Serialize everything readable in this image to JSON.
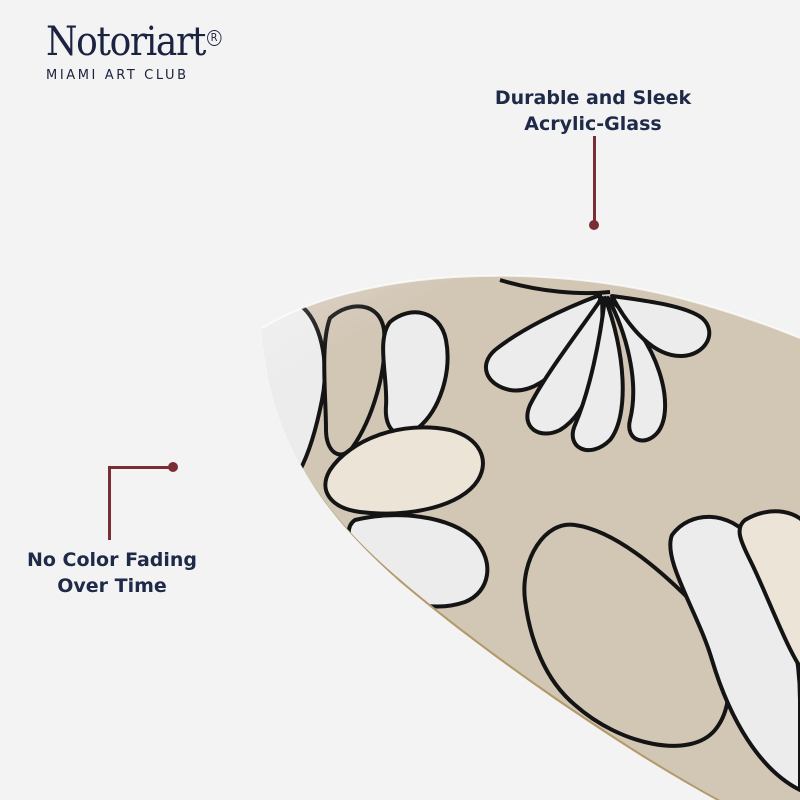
{
  "brand": {
    "name": "Notoriart",
    "registered_mark": "R",
    "tagline": "MIAMI ART CLUB"
  },
  "callouts": [
    {
      "text_line1": "Durable and Sleek",
      "text_line2": "Acrylic-Glass"
    },
    {
      "text_line1": "No Color Fading",
      "text_line2": "Over Time"
    }
  ],
  "colors": {
    "background": "#f3f3f3",
    "brand_navy": "#1c2340",
    "callout_text": "#1f2a48",
    "leader_line": "#7a2e33",
    "panel_beige": "#d2c6b5",
    "petal_white": "#ededed",
    "petal_cream": "#ede4d8",
    "outline": "#141414",
    "edge_gold": "#b39a6c"
  },
  "product": {
    "shape": "oval acrylic-glass panel with beige floral line-art print",
    "icon": "floral-artwork"
  }
}
